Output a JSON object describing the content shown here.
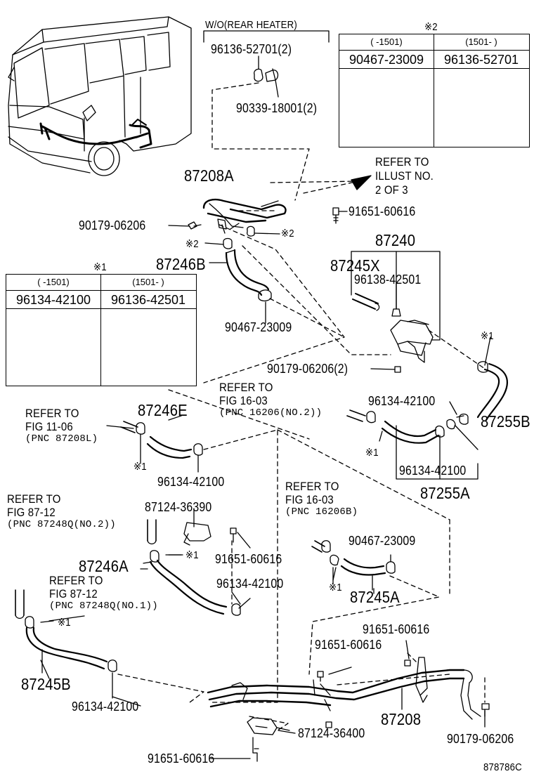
{
  "diagram_code": "878786C",
  "top_note": "W/O(REAR HEATER)",
  "table_x2": {
    "mark": "※2",
    "headers": [
      "(     -1501)",
      "(1501-       )"
    ],
    "parts": [
      "90467-23009",
      "96136-52701"
    ]
  },
  "table_x1": {
    "mark": "※1",
    "headers": [
      "(     -1501)",
      "(1501-       )"
    ],
    "parts": [
      "96134-42100",
      "96136-42501"
    ]
  },
  "labels": {
    "p96136_52701_2": "96136-52701(2)",
    "p90339_18001_2": "90339-18001(2)",
    "p87208A": "87208A",
    "refer_illust_1": "REFER TO",
    "refer_illust_2": "ILLUST NO.",
    "refer_illust_3": "2 OF 3",
    "p91651_60616_a": "91651-60616",
    "p90179_06206_a": "90179-06206",
    "x2_a": "※2",
    "x2_b": "※2",
    "p87246B": "87246B",
    "p87240": "87240",
    "p87245X": "87245X",
    "p96138_42501": "96138-42501",
    "p90467_23009_a": "90467-23009",
    "x1_a": "※1",
    "p90179_06206_2": "90179-06206(2)",
    "refer_fig16_1": "REFER TO",
    "refer_fig16_2": "FIG 16-03",
    "refer_fig16_3": "(PNC 16206(NO.2))",
    "p96134_42100_a": "96134-42100",
    "p87255B": "87255B",
    "refer_fig11_1": "REFER TO",
    "refer_fig11_2": "FIG 11-06",
    "refer_fig11_3": "(PNC 87208L)",
    "p87246E": "87246E",
    "x1_b": "※1",
    "x1_c": "※1",
    "p96134_42100_b": "96134-42100",
    "p96134_42100_c": "96134-42100",
    "p87255A": "87255A",
    "refer_fig87a_1": "REFER TO",
    "refer_fig87a_2": "FIG 87-12",
    "refer_fig87a_3": "(PNC 87248Q(NO.2))",
    "p87124_36390": "87124-36390",
    "refer_fig16b_1": "REFER TO",
    "refer_fig16b_2": "FIG 16-03",
    "refer_fig16b_3": "(PNC 16206B)",
    "p90467_23009_b": "90467-23009",
    "x1_d": "※1",
    "p91651_60616_b": "91651-60616",
    "p87246A": "87246A",
    "refer_fig87b_1": "REFER TO",
    "refer_fig87b_2": "FIG 87-12",
    "refer_fig87b_3": "(PNC 87248Q(NO.1))",
    "x1_e": "※1",
    "p96134_42100_d": "96134-42100",
    "x1_f": "※1",
    "p87245A": "87245A",
    "p91651_60616_c": "91651-60616",
    "p91651_60616_d": "91651-60616",
    "p87245B": "87245B",
    "p96134_42100_e": "96134-42100",
    "p87208": "87208",
    "p87124_36400": "87124-36400",
    "p90179_06206_b": "90179-06206",
    "p91651_60616_e": "91651-60616"
  }
}
